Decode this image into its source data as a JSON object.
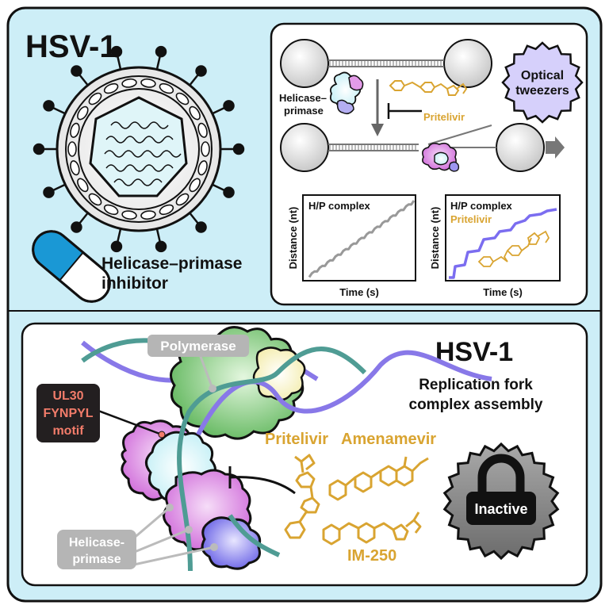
{
  "top": {
    "title": "HSV-1",
    "drug_label_line1": "Helicase–primase",
    "drug_label_line2": "inhibitor"
  },
  "assay": {
    "helicase_line1": "Helicase–",
    "helicase_line2": "primase",
    "pritelivir": "Pritelivir",
    "badge_line1": "Optical",
    "badge_line2": "tweezers",
    "plot1": {
      "title": "H/P complex",
      "ylabel": "Distance (nt)",
      "xlabel": "Time (s)"
    },
    "plot2": {
      "title": "H/P complex",
      "subtitle": "Pritelivir",
      "ylabel": "Distance (nt)",
      "xlabel": "Time (s)"
    }
  },
  "bottom": {
    "title": "HSV-1",
    "subtitle_line1": "Replication fork",
    "subtitle_line2": "complex assembly",
    "polymerase": "Polymerase",
    "motif_line1": "UL30",
    "motif_line2": "FYNPYL",
    "motif_line3": "motif",
    "helicase_line1": "Helicase-",
    "helicase_line2": "primase",
    "drug1": "Pritelivir",
    "drug2": "Amenamevir",
    "drug3": "IM-250",
    "status": "Inactive"
  },
  "colors": {
    "panel_bg": "#cdeef7",
    "drug_gold": "#d9a431",
    "dna_purple": "#8878e8",
    "dna_teal": "#4f9c94",
    "motif_bg": "#231f20",
    "motif_text": "#f27c6a",
    "trace_gray": "#999999",
    "trace_purple": "#7b6df0"
  }
}
